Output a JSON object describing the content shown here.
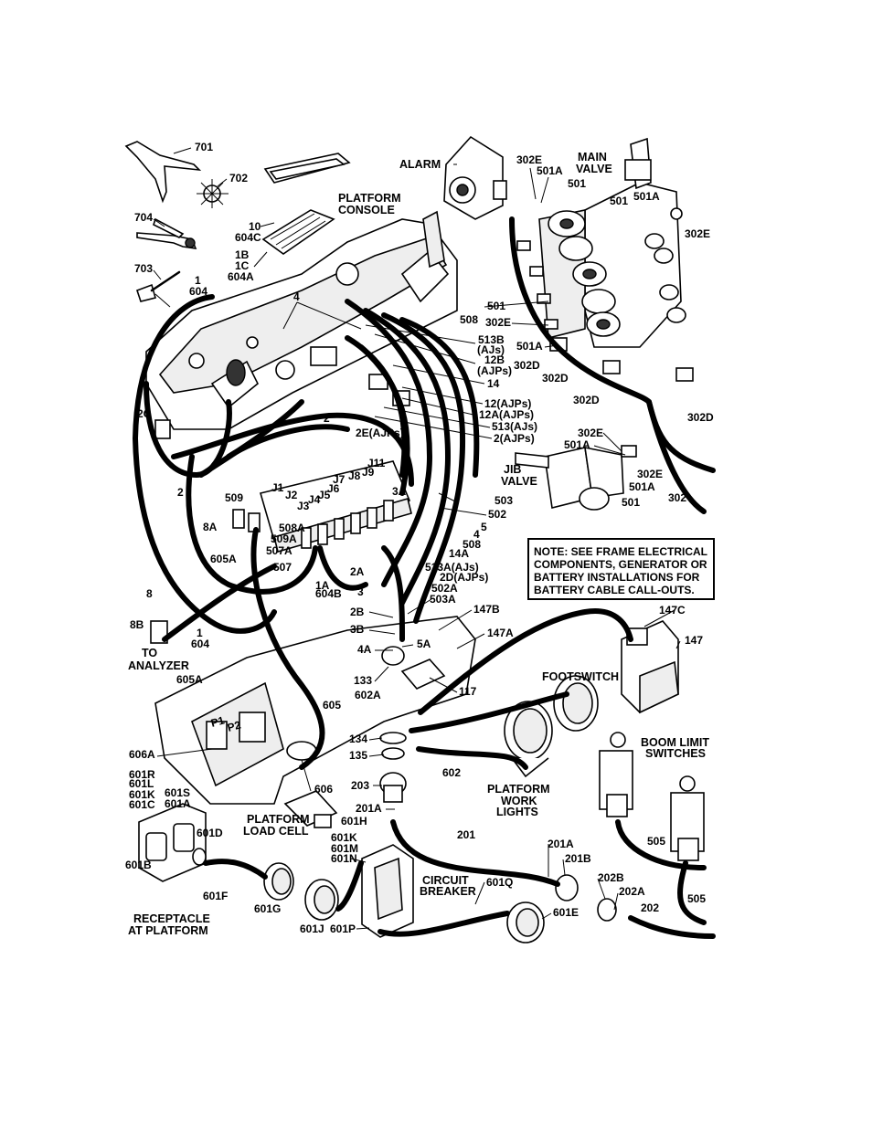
{
  "labels": {
    "l701": "701",
    "l702": "702",
    "l704": "704",
    "l703": "703",
    "l10": "10",
    "l604c": "604C",
    "l1b": "1B",
    "l1c": "1C",
    "l604a": "604A",
    "l1": "1",
    "l604": "604",
    "platform_console_1": "PLATFORM",
    "platform_console_2": "CONSOLE",
    "alarm": "ALARM",
    "l302e_a": "302E",
    "l501a_a": "501A",
    "l501_a": "501",
    "main_valve_1": "MAIN",
    "main_valve_2": "VALVE",
    "l501_b": "501",
    "l501a_b": "501A",
    "l302e_b": "302E",
    "l4_top": "4",
    "l508": "508",
    "l501_c": "501",
    "l302e_c": "302E",
    "l513b": "513B",
    "l513b_ajs": "(AJs)",
    "l12b": "12B",
    "l12b_ajps": "(AJPs)",
    "l501a_c": "501A",
    "l302d_a": "302D",
    "l302d_b": "302D",
    "l14": "14",
    "l302d_c": "302D",
    "l302d_d": "302D",
    "l12_ajps": "12(AJPs)",
    "l12a_ajps": "12A(AJPs)",
    "l513_ajs": "513(AJs)",
    "l2_ajps": "2(AJPs)",
    "l2c": "2C",
    "l2_mid": "2",
    "l2e_ajps": "2E(AJPs)",
    "l302e_d": "302E",
    "l501a_d": "501A",
    "jib_valve_1": "JIB",
    "jib_valve_2": "VALVE",
    "l302e_e": "302E",
    "l501a_e": "501A",
    "l501_d": "501",
    "l302": "302",
    "l2_left": "2",
    "l509": "509",
    "j1": "J1",
    "j2": "J2",
    "j3": "J3",
    "j4": "J4",
    "j5": "J5",
    "j6": "J6",
    "j7": "J7",
    "j8": "J8",
    "j9": "J9",
    "j11": "J11",
    "l3a": "3A",
    "l503": "503",
    "l502": "502",
    "l5": "5",
    "l4_mid": "4",
    "l508_b": "508",
    "l8a": "8A",
    "l508a": "508A",
    "l509a": "509A",
    "l507a": "507A",
    "l605a_a": "605A",
    "l507": "507",
    "l1a": "1A",
    "l604b": "604B",
    "l2a": "2A",
    "l3": "3",
    "l14a": "14A",
    "l513a_ajs": "513A(AJs)",
    "l2d_ajps": "2D(AJPs)",
    "l502a": "502A",
    "l503a": "503A",
    "l147b": "147B",
    "l147c": "147C",
    "l147": "147",
    "l147a": "147A",
    "l8": "8",
    "l8b": "8B",
    "l1_low": "1",
    "l604_low": "604",
    "to_analyzer_1": "TO",
    "to_analyzer_2": "ANALYZER",
    "l2b": "2B",
    "l3b": "3B",
    "l4a": "4A",
    "l5a": "5A",
    "l605a_b": "605A",
    "l133": "133",
    "l602a": "602A",
    "l117": "117",
    "l605": "605",
    "footswitch": "FOOTSWITCH",
    "boom_limit_1": "BOOM LIMIT",
    "boom_limit_2": "SWITCHES",
    "p1": "P1",
    "p2": "P2",
    "l606a": "606A",
    "l134": "134",
    "l135": "135",
    "l602": "602",
    "l601r": "601R",
    "l601l": "601L",
    "l601k": "601K",
    "l601c": "601C",
    "l601s": "601S",
    "l601a": "601A",
    "l606": "606",
    "l203": "203",
    "work_lights_1": "PLATFORM",
    "work_lights_2": "WORK",
    "work_lights_3": "LIGHTS",
    "load_cell_1": "PLATFORM",
    "load_cell_2": "LOAD CELL",
    "l201a_a": "201A",
    "l601h": "601H",
    "l601d": "601D",
    "l601k_b": "601K",
    "l601m": "601M",
    "l601n": "601N",
    "l201": "201",
    "l505_a": "505",
    "l601b": "601B",
    "l601f": "601F",
    "l601g": "601G",
    "circuit_breaker_1": "CIRCUIT",
    "circuit_breaker_2": "BREAKER",
    "l601q": "601Q",
    "l201a_b": "201A",
    "l201b": "201B",
    "l202b": "202B",
    "l202a": "202A",
    "l202": "202",
    "l505_b": "505",
    "l601e": "601E",
    "l601j": "601J",
    "l601p": "601P",
    "receptacle_1": "RECEPTACLE",
    "receptacle_2": "AT PLATFORM"
  },
  "note": {
    "line1": "NOTE: SEE FRAME ELECTRICAL",
    "line2": "COMPONENTS, GENERATOR OR",
    "line3": "BATTERY INSTALLATIONS FOR",
    "line4": "BATTERY CABLE CALL-OUTS."
  }
}
